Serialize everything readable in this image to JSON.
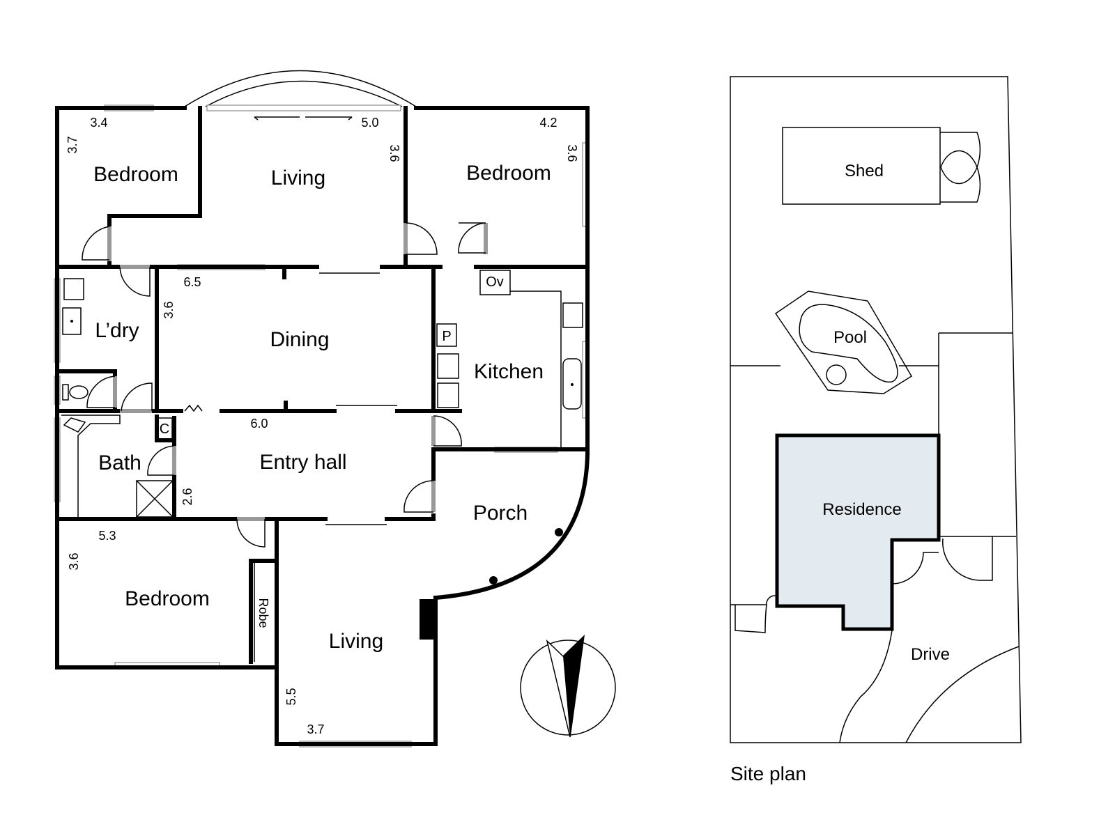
{
  "floor_plan": {
    "rooms": {
      "bedroom_nw": "Bedroom",
      "living_n": "Living",
      "bedroom_ne": "Bedroom",
      "laundry": "L’dry",
      "dining": "Dining",
      "kitchen": "Kitchen",
      "bath": "Bath",
      "entry_hall": "Entry hall",
      "porch": "Porch",
      "bedroom_sw": "Bedroom",
      "living_s": "Living",
      "robe": "Robe"
    },
    "fixtures": {
      "oven": "Ov",
      "pantry": "P",
      "cupboard": "C"
    },
    "dimensions": {
      "bedroom_nw_w": "3.4",
      "bedroom_nw_h": "3.7",
      "living_n_w": "5.0",
      "living_n_h": "3.6",
      "bedroom_ne_w": "4.2",
      "bedroom_ne_h": "3.6",
      "dining_w": "6.5",
      "dining_h": "3.6",
      "entry_w": "6.0",
      "entry_h": "2.6",
      "bedroom_sw_w": "5.3",
      "bedroom_sw_h": "3.6",
      "living_s_w": "3.7",
      "living_s_h": "5.5"
    }
  },
  "site_plan": {
    "title": "Site plan",
    "labels": {
      "shed": "Shed",
      "pool": "Pool",
      "residence": "Residence",
      "drive": "Drive"
    },
    "residence_fill": "#e3ebf0"
  }
}
